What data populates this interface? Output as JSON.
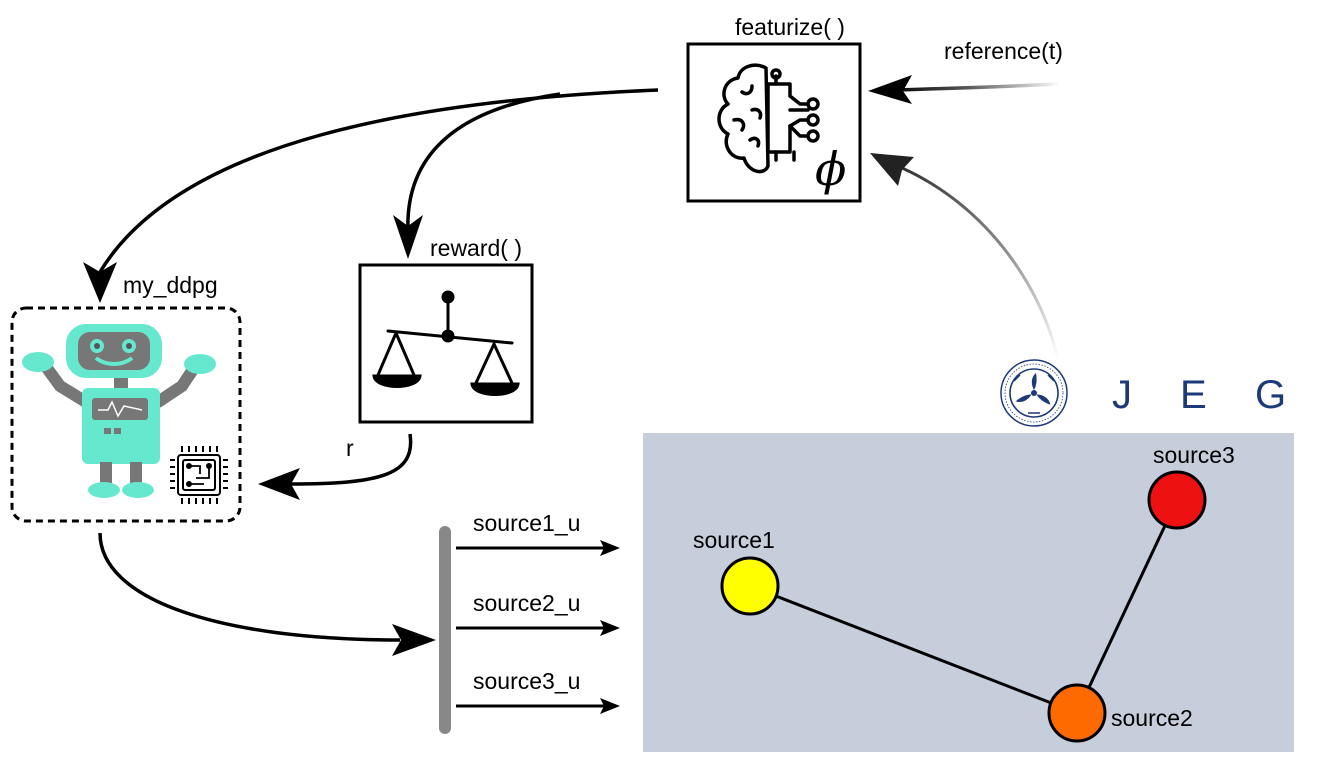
{
  "featurize": {
    "label": "featurize( )",
    "phi": "ϕ",
    "icon": "brain-circuit-icon"
  },
  "reference": {
    "label": "reference(t)"
  },
  "reward": {
    "label": "reward( )",
    "icon": "balance-scale-icon"
  },
  "agent": {
    "label": "my_ddpg",
    "icon": "robot-icon",
    "chip_icon": "chip-icon"
  },
  "reward_signal": {
    "label": "r"
  },
  "actions": [
    {
      "label": "source1_u"
    },
    {
      "label": "source2_u"
    },
    {
      "label": "source3_u"
    }
  ],
  "logo": {
    "letters": [
      "J",
      "E",
      "G"
    ],
    "icon": "turbine-logo-icon"
  },
  "network": {
    "background_color": "#c6cddb",
    "nodes": [
      {
        "name": "source1",
        "label": "source1",
        "color": "#ffff00"
      },
      {
        "name": "source2",
        "label": "source2",
        "color": "#ff6a00"
      },
      {
        "name": "source3",
        "label": "source3",
        "color": "#ee1111"
      }
    ],
    "edges": [
      [
        "source1",
        "source2"
      ],
      [
        "source2",
        "source3"
      ]
    ]
  },
  "colors": {
    "robot": "#66e8cf",
    "robot_dark": "#777777",
    "logo_blue": "#1d3a78",
    "bus_bar": "#888888"
  }
}
